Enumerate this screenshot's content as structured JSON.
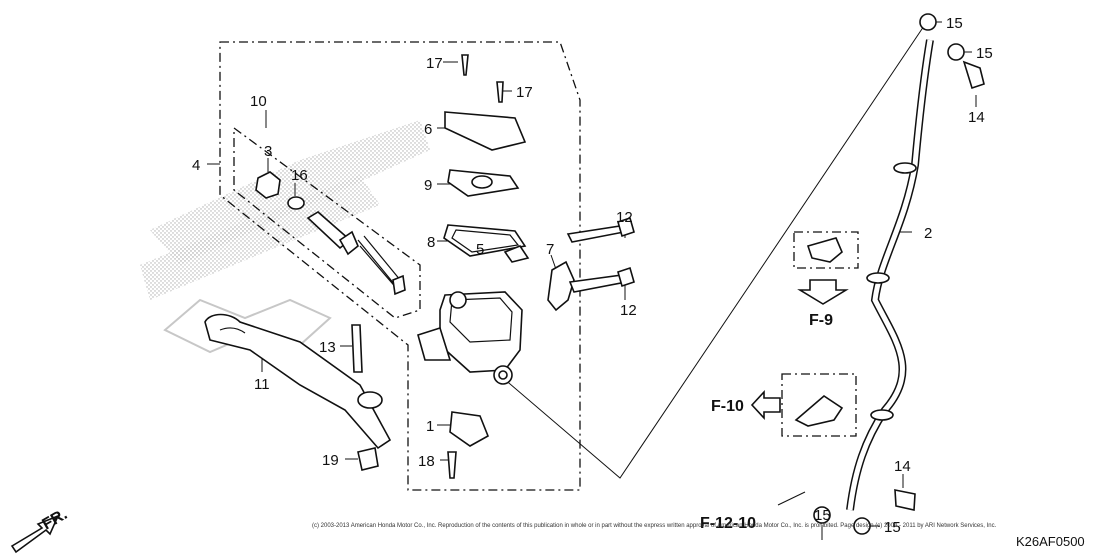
{
  "diagram": {
    "callouts": {
      "c1": "1",
      "c2": "2",
      "c3": "3",
      "c4": "4",
      "c5": "5",
      "c6": "6",
      "c7": "7",
      "c8": "8",
      "c9": "9",
      "c10": "10",
      "c11": "11",
      "c12a": "12",
      "c12b": "12",
      "c13": "13",
      "c14a": "14",
      "c14b": "14",
      "c15a": "15",
      "c15b": "15",
      "c15c": "15",
      "c15d": "15",
      "c16": "16",
      "c17a": "17",
      "c17b": "17",
      "c18": "18",
      "c19": "19"
    },
    "refs": {
      "f9": "F-9",
      "f10": "F-10",
      "f1210": "F-12-10"
    },
    "direction_label": "FR.",
    "part_code": "K26AF0500",
    "copyright": "(c) 2003-2013 American Honda Motor Co., Inc. Reproduction of the contents of this publication in whole or in part without the express written approval of American Honda Motor Co., Inc. is prohibited. Page design (c) 2004 - 2011 by ARI Network Services, Inc."
  }
}
